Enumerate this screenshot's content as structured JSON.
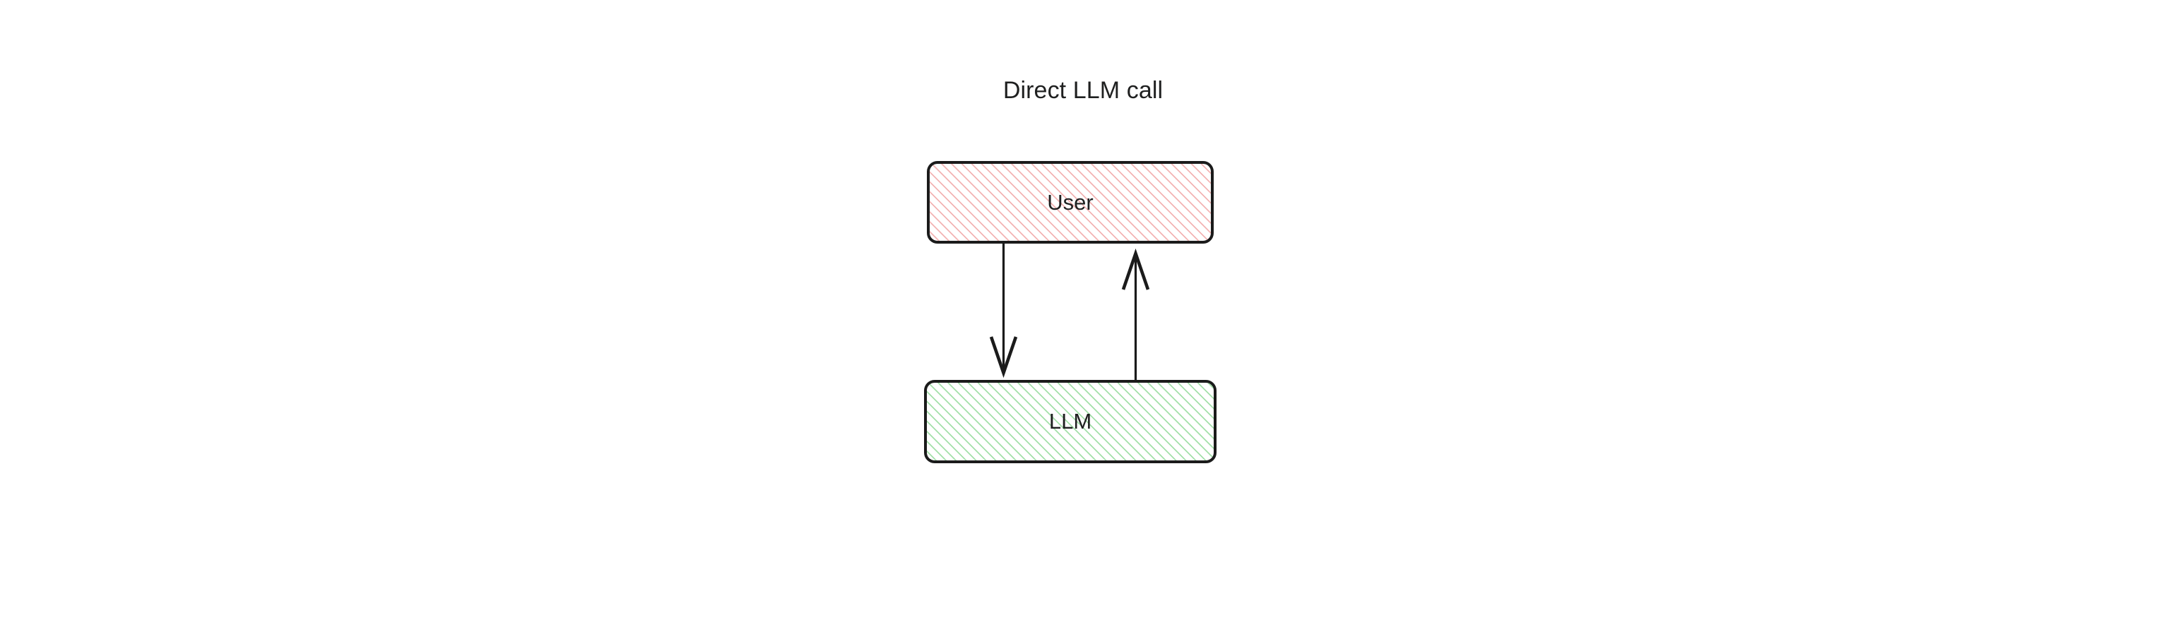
{
  "diagram": {
    "title": "Direct LLM call",
    "background_color": "#ffffff",
    "text_color": "#1f2020",
    "border_color": "#1b1b1b",
    "nodes": [
      {
        "id": "user",
        "label": "User",
        "shape": "rounded-rectangle",
        "hatch_color": "#f3b3b3",
        "fill_color": "#ffffff"
      },
      {
        "id": "llm",
        "label": "LLM",
        "shape": "rounded-rectangle",
        "hatch_color": "#a3e0a9",
        "fill_color": "#ffffff"
      }
    ],
    "edges": [
      {
        "id": "user-to-llm",
        "from": "user",
        "to": "llm",
        "label": "",
        "direction": "down",
        "arrowhead": "open-v",
        "color": "#1b1b1b"
      },
      {
        "id": "llm-to-user",
        "from": "llm",
        "to": "user",
        "label": "",
        "direction": "up",
        "arrowhead": "open-v",
        "color": "#1b1b1b"
      }
    ]
  }
}
